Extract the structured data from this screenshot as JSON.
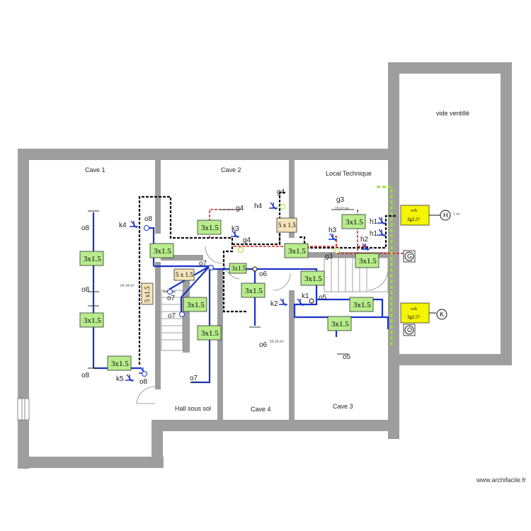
{
  "rooms": {
    "cave1": "Cave 1",
    "cave2": "Cave 2",
    "local_technique": "Local Technique",
    "vide_ventile": "vide ventillé",
    "hall": "Hall sous sol",
    "cave4": "Cave 4",
    "cave3": "Cave 3"
  },
  "areas": {
    "cave1": "64.34 m²",
    "cave4": "59.26 m²",
    "local_technique": "15.67 m²",
    "vide_ventile": "1 m²"
  },
  "cables": {
    "c3x15": "3x1.5",
    "c5x15": "5 x 1.5",
    "c5x15v": "5 x1.5"
  },
  "boxes": {
    "box1_top": "xvb",
    "box1_bottom": "3g2.5²",
    "box2_top": "xvb",
    "box2_bottom": "3g2.5²"
  },
  "circuits": {
    "H": "H",
    "G": "G",
    "K": "K",
    "O": "O"
  },
  "labels": {
    "o8a": "o8",
    "o8b": "o8",
    "o8c": "o8",
    "o8d": "o8",
    "o8e": "o8",
    "k4": "k4",
    "k5": "k5",
    "k3": "k3",
    "k2": "k2",
    "k1": "k1",
    "g4a": "g4",
    "g4b": "g4",
    "g4c": "g4",
    "h4": "h4",
    "g3a": "g3",
    "g3b": "g3",
    "h3": "h3",
    "h2": "h2",
    "h1a": "h1",
    "h1b": "h1",
    "o7a": "o7",
    "o7b": "o7",
    "o7c": "o7",
    "o7d": "o7",
    "o6a": "o6",
    "o6b": "o6",
    "o5a": "o5",
    "o5b": "o5"
  },
  "watermark": "www.archifacile.fr",
  "colors": {
    "wall": "#9e9e9e",
    "cable_blue": "#1a33c8",
    "cable_red": "#e02020",
    "cable_black": "#111111",
    "cable_green": "#9be030",
    "label_green": "#b8ec8c",
    "label_beige": "#f4e4b8",
    "box_yellow": "#f5f500"
  }
}
